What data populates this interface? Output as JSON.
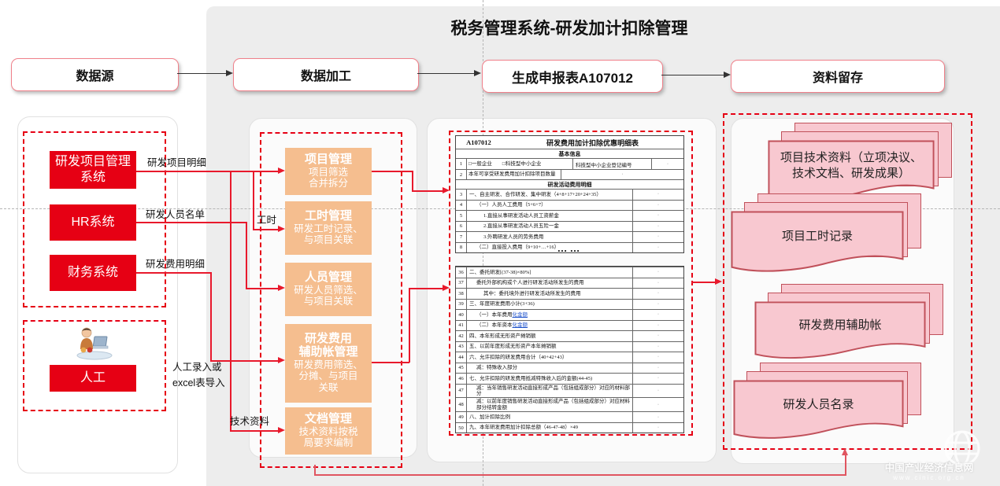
{
  "title": "税务管理系统-研发加计扣除管理",
  "stage_headers": [
    {
      "label": "数据源"
    },
    {
      "label": "数据加工"
    },
    {
      "label": "生成申报表A107012"
    },
    {
      "label": "资料留存"
    }
  ],
  "data_sources": {
    "systems": [
      {
        "label": "研发项目管理系统"
      },
      {
        "label": "HR系统"
      },
      {
        "label": "财务系统"
      }
    ],
    "manual": {
      "label": "人工"
    }
  },
  "edge_labels": {
    "project_detail": "研发项目明细",
    "staff_list": "研发人员名单",
    "expense_detail": "研发费用明细",
    "manual_entry_line1": "人工录入或",
    "manual_entry_line2": "excel表导入",
    "work_hours": "工时",
    "tech_docs": "技术资料"
  },
  "processing_modules": [
    {
      "title": "项目管理",
      "lines": [
        "项目筛选",
        "合并拆分"
      ]
    },
    {
      "title": "工时管理",
      "lines": [
        "研发工时记录、",
        "与项目关联"
      ]
    },
    {
      "title": "人员管理",
      "lines": [
        "研发人员筛选、",
        "与项目关联"
      ]
    },
    {
      "title": "研发费用辅助帐管理",
      "title_lines": [
        "研发费用",
        "辅助帐管理"
      ],
      "lines": [
        "研发费用筛选、",
        "分摊、与项目",
        "关联"
      ]
    },
    {
      "title": "文档管理",
      "lines": [
        "技术资料按税",
        "局要求编制"
      ]
    }
  ],
  "form": {
    "code": "A107012",
    "title": "研发费用加计扣除优惠明细表",
    "section_basic": "基本信息",
    "section_detail": "研发活动费用明细",
    "row1": {
      "no": "1",
      "label": "□一般企业　　□科技型中小企业",
      "label2": "科技型中小企业登记编号"
    },
    "row2": {
      "no": "2",
      "label": "本年可享受研发费用加计扣除项目数量"
    },
    "value_mark": "·",
    "ellipsis": "……",
    "rows_top": [
      {
        "no": "3",
        "indent": 0,
        "label": "一、自主研发、合作研发、集中研发（4+8+17+20+24+35）"
      },
      {
        "no": "4",
        "indent": 1,
        "label": "（一）人员人工费用（5+6+7）"
      },
      {
        "no": "5",
        "indent": 2,
        "label": "1.直接从事研发活动人员工资薪金"
      },
      {
        "no": "6",
        "indent": 2,
        "label": "2.直接从事研发活动人员五险一金"
      },
      {
        "no": "7",
        "indent": 2,
        "label": "3.外聘研发人员的劳务费用"
      },
      {
        "no": "8",
        "indent": 1,
        "label": "（二）直接投入费用（9+10+…+16）"
      }
    ],
    "rows_bottom": [
      {
        "no": "36",
        "indent": 0,
        "label": "二、委托研发[(37-38)×80%]"
      },
      {
        "no": "37",
        "indent": 1,
        "label": "委托外部机构或个人进行研发活动所发生的费用"
      },
      {
        "no": "38",
        "indent": 2,
        "label": "其中：委托境外进行研发活动所发生的费用"
      },
      {
        "no": "39",
        "indent": 0,
        "label": "三、年度研发费用小计(3+36)"
      },
      {
        "no": "40",
        "indent": 1,
        "label": "（一）本年费用",
        "link": "化金额"
      },
      {
        "no": "41",
        "indent": 1,
        "label": "（二）本年资本",
        "link": "化金额"
      },
      {
        "no": "42",
        "indent": 0,
        "label": "四、本年形成无形资产摊销额"
      },
      {
        "no": "43",
        "indent": 0,
        "label": "五、以前年度形成无形资产本年摊销额"
      },
      {
        "no": "44",
        "indent": 0,
        "label": "六、允许扣除的研发费用合计（40+42+43）"
      },
      {
        "no": "45",
        "indent": 1,
        "label": "减：特殊收入部分"
      },
      {
        "no": "46",
        "indent": 0,
        "label": "七、允许扣除的研发费用抵减特殊收入后的金额(44-45)"
      },
      {
        "no": "47",
        "indent": 1,
        "label": "减：当年销售研发活动直接形成产品（包括组成部分）对应的材料部分"
      },
      {
        "no": "48",
        "indent": 1,
        "label": "减：以前年度销售研发活动直接形成产品（包括组成部分）对应材料部分结转金额"
      },
      {
        "no": "49",
        "indent": 0,
        "label": "八、加计扣除比例"
      },
      {
        "no": "50",
        "indent": 0,
        "label": "九、本年研发费用加计扣除总额（46-47-48）×49"
      }
    ]
  },
  "retention_documents": [
    {
      "lines": [
        "项目技术资料（立项决议、",
        "技术文档、研发成果）"
      ]
    },
    {
      "lines": [
        "项目工时记录"
      ]
    },
    {
      "lines": [
        "研发费用辅助帐"
      ]
    },
    {
      "lines": [
        "研发人员名录"
      ]
    }
  ],
  "watermark": {
    "line1": "中国产业经济信息网",
    "line2": "www.cinic.org.cn"
  },
  "colors": {
    "accent_red": "#e60014",
    "connector_red": "#e8192c",
    "module_orange": "#f5be8f",
    "doc_pink": "#f8c8d0",
    "doc_border": "#c0505a",
    "panel_gray": "#ededed"
  }
}
